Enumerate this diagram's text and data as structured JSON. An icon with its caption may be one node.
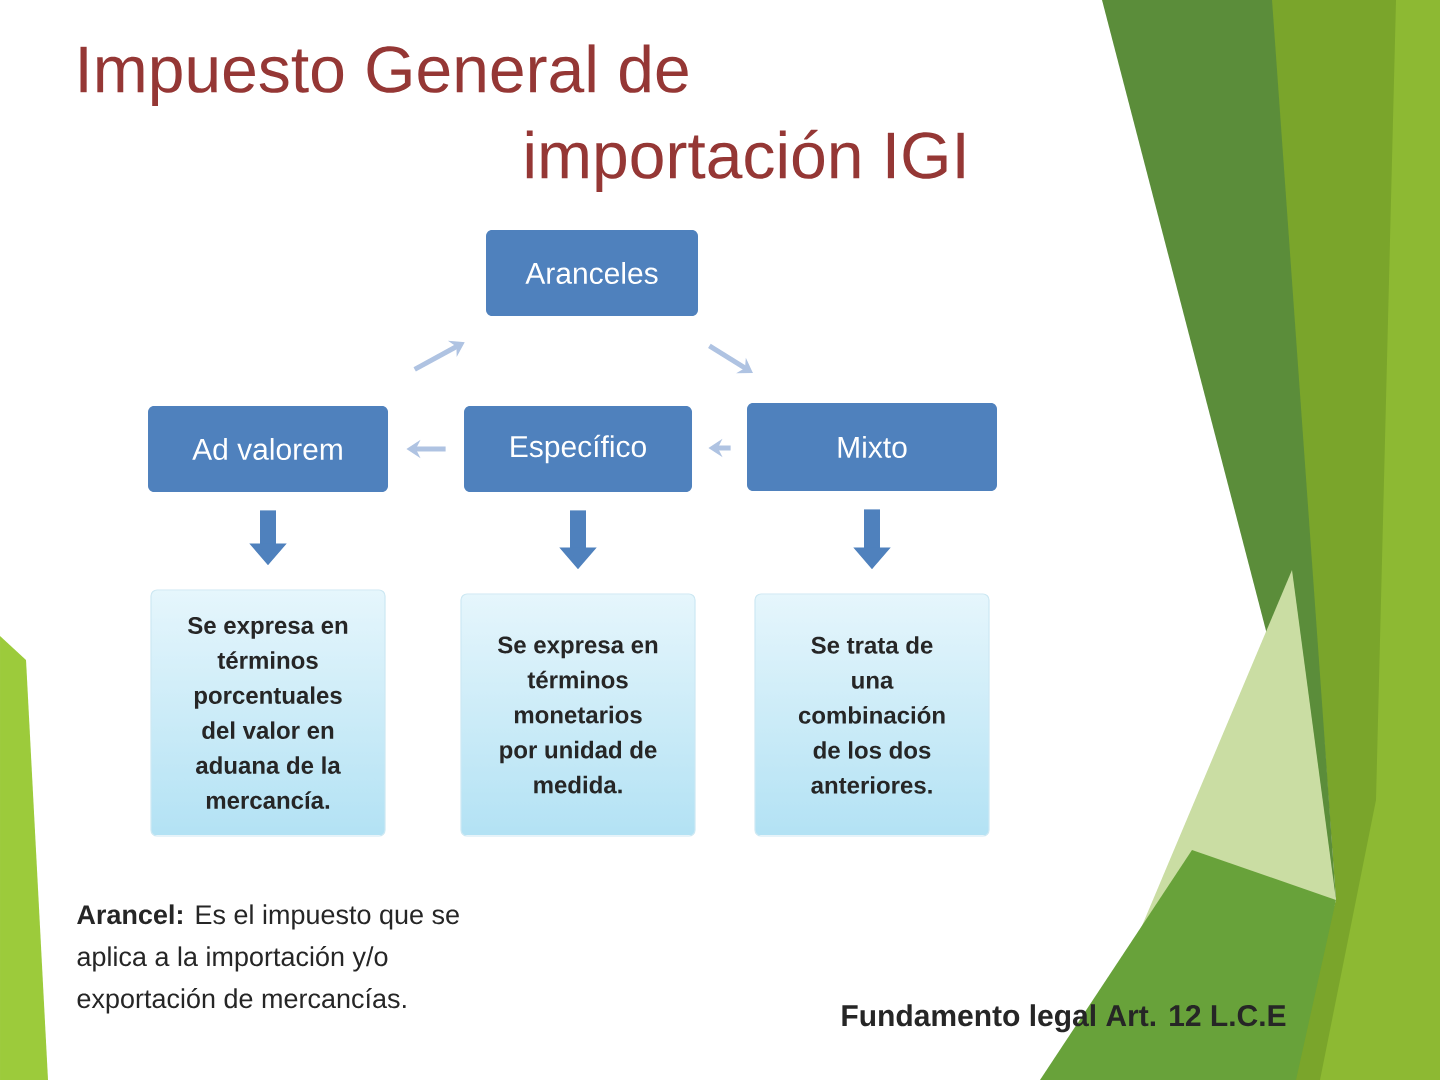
{
  "diagram": {
    "title": "Impuesto General de importación IGI",
    "nodes": [
      {
        "text": [
          "Aranceles"
        ]
      },
      {
        "text": [
          "Ad valorem"
        ]
      },
      {
        "text": [
          "Específico"
        ]
      },
      {
        "text": [
          "Mixto"
        ]
      },
      {
        "text": [
          "Se expresa en términos porcentuales del valor en aduana de la mercancía."
        ]
      },
      {
        "text": [
          "Se expresa en términos monetarios por unidad de medida."
        ]
      },
      {
        "text": [
          "Se trata de una combinación de los dos anteriores."
        ]
      }
    ],
    "edges": [
      {
        "from": 0,
        "to": 3,
        "arrow": "to"
      },
      {
        "from": 3,
        "to": 2,
        "arrow": "to"
      },
      {
        "from": 2,
        "to": 1,
        "arrow": "to"
      },
      {
        "from": 1,
        "to": 0,
        "arrow": "to"
      },
      {
        "from": 1,
        "to": 4,
        "arrow": "to",
        "style": "thick",
        "color": "#4f81bd"
      },
      {
        "from": 2,
        "to": 5,
        "arrow": "to",
        "style": "thick",
        "color": "#4f81bd"
      },
      {
        "from": 3,
        "to": 6,
        "arrow": "to",
        "style": "thick",
        "color": "#4f81bd"
      }
    ],
    "labels": [
      "**Arancel:** Es el impuesto que se aplica a la importación y/o exportación de mercancías.",
      "Fundamento legal Art. 12 L.C.E"
    ]
  }
}
